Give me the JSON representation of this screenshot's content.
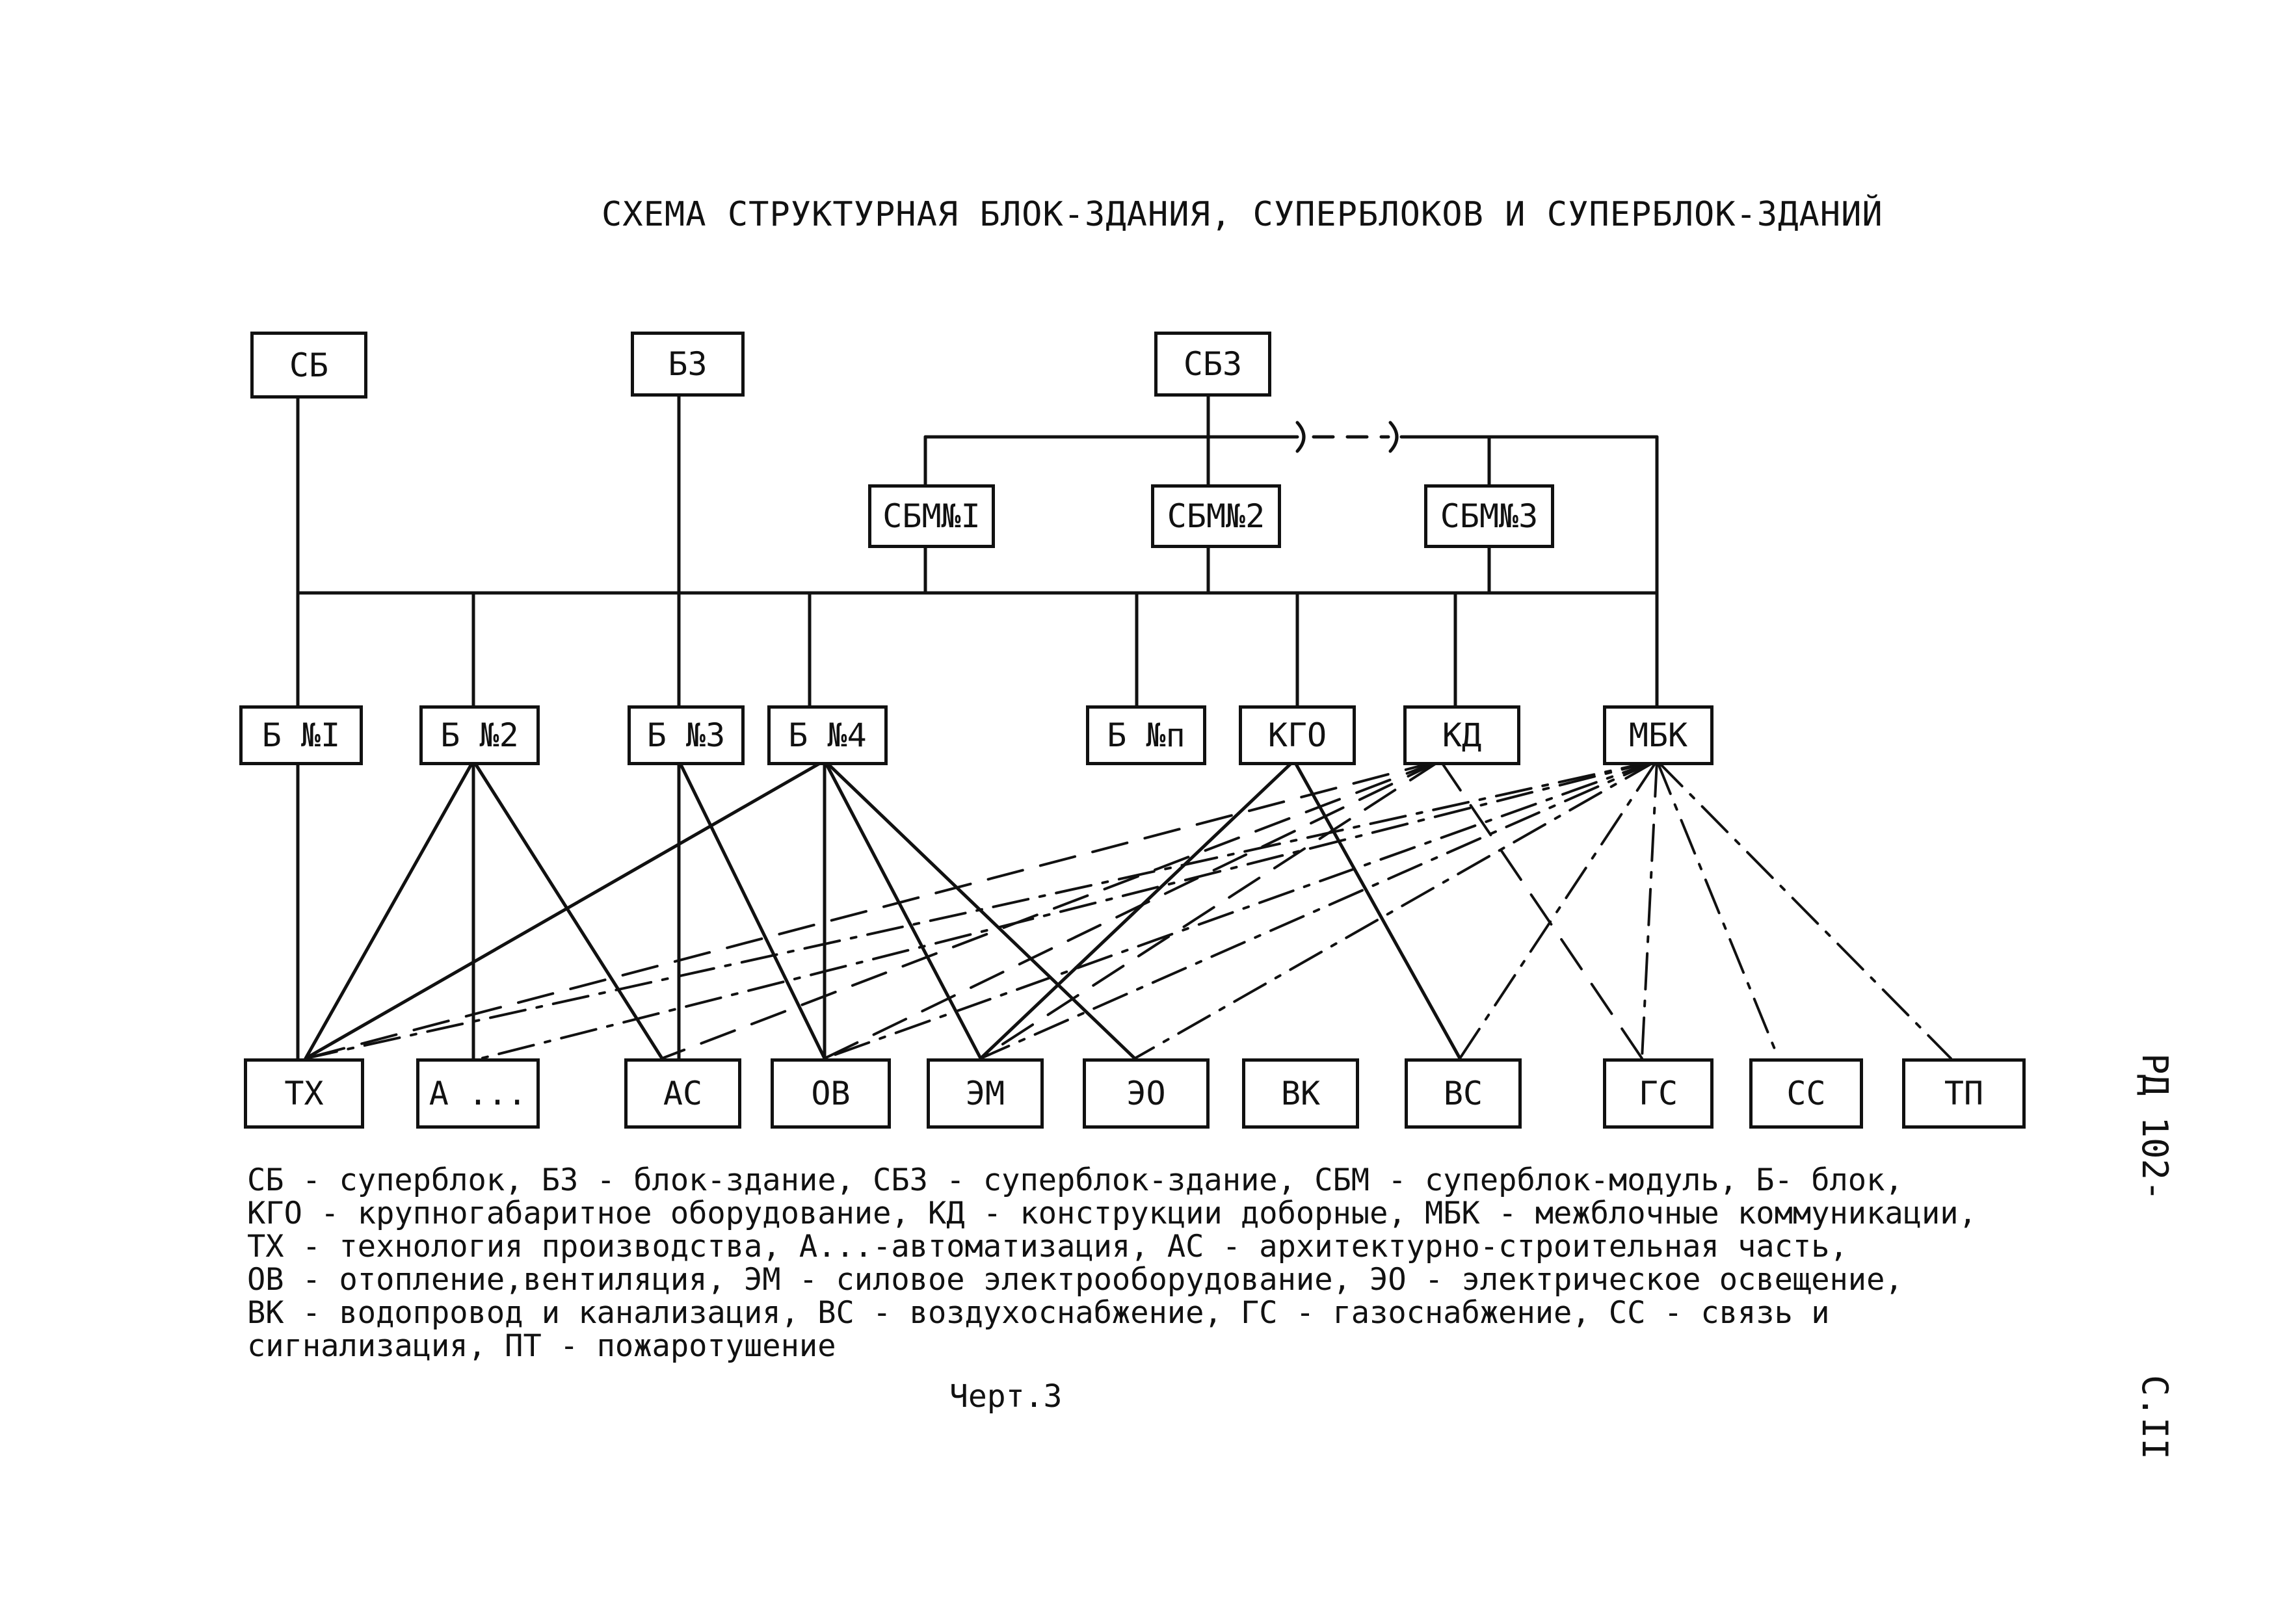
{
  "title": "СХЕМА СТРУКТУРНАЯ БЛОК-ЗДАНИЯ, СУПЕРБЛОКОВ И СУПЕРБЛОК-ЗДАНИЙ",
  "nodes": {
    "sb": "СБ",
    "bz": "БЗ",
    "sbz": "СБЗ",
    "sbm1": "СБМ№I",
    "sbm2": "СБМ№2",
    "sbm3": "СБМ№3",
    "b1": "Б №I",
    "b2": "Б №2",
    "b3": "Б №3",
    "b4": "Б №4",
    "bn": "Б №п",
    "kgo": "КГО",
    "kd": "КД",
    "mbk": "МБК",
    "tx": "ТХ",
    "a": "А ...",
    "as": "АС",
    "ov": "ОВ",
    "em": "ЭМ",
    "eo": "ЭО",
    "vk": "ВК",
    "vs": "ВС",
    "gs": "ГС",
    "ss": "СС",
    "tp": "ТП"
  },
  "legend": [
    "СБ - суперблок, БЗ - блок-здание, СБЗ - суперблок-здание, СБМ - суперблок-модуль, Б- блок,",
    "КГО - крупногабаритное оборудование, КД - конструкции доборные, МБК - межблочные коммуникации,",
    "ТХ - технология производства, А...-автоматизация, АС - архитектурно-строительная часть,",
    "ОВ - отопление,вентиляция, ЭМ - силовое электрооборудование, ЭО - электрическое освещение,",
    "ВК - водопровод и канализация, ВС - воздухоснабжение, ГС - газоснабжение, СС - связь и",
    "сигнализация, ПТ - пожаротушение"
  ],
  "caption": "Черт.3",
  "doc_code": "РД 102-",
  "page_number": "С.II"
}
